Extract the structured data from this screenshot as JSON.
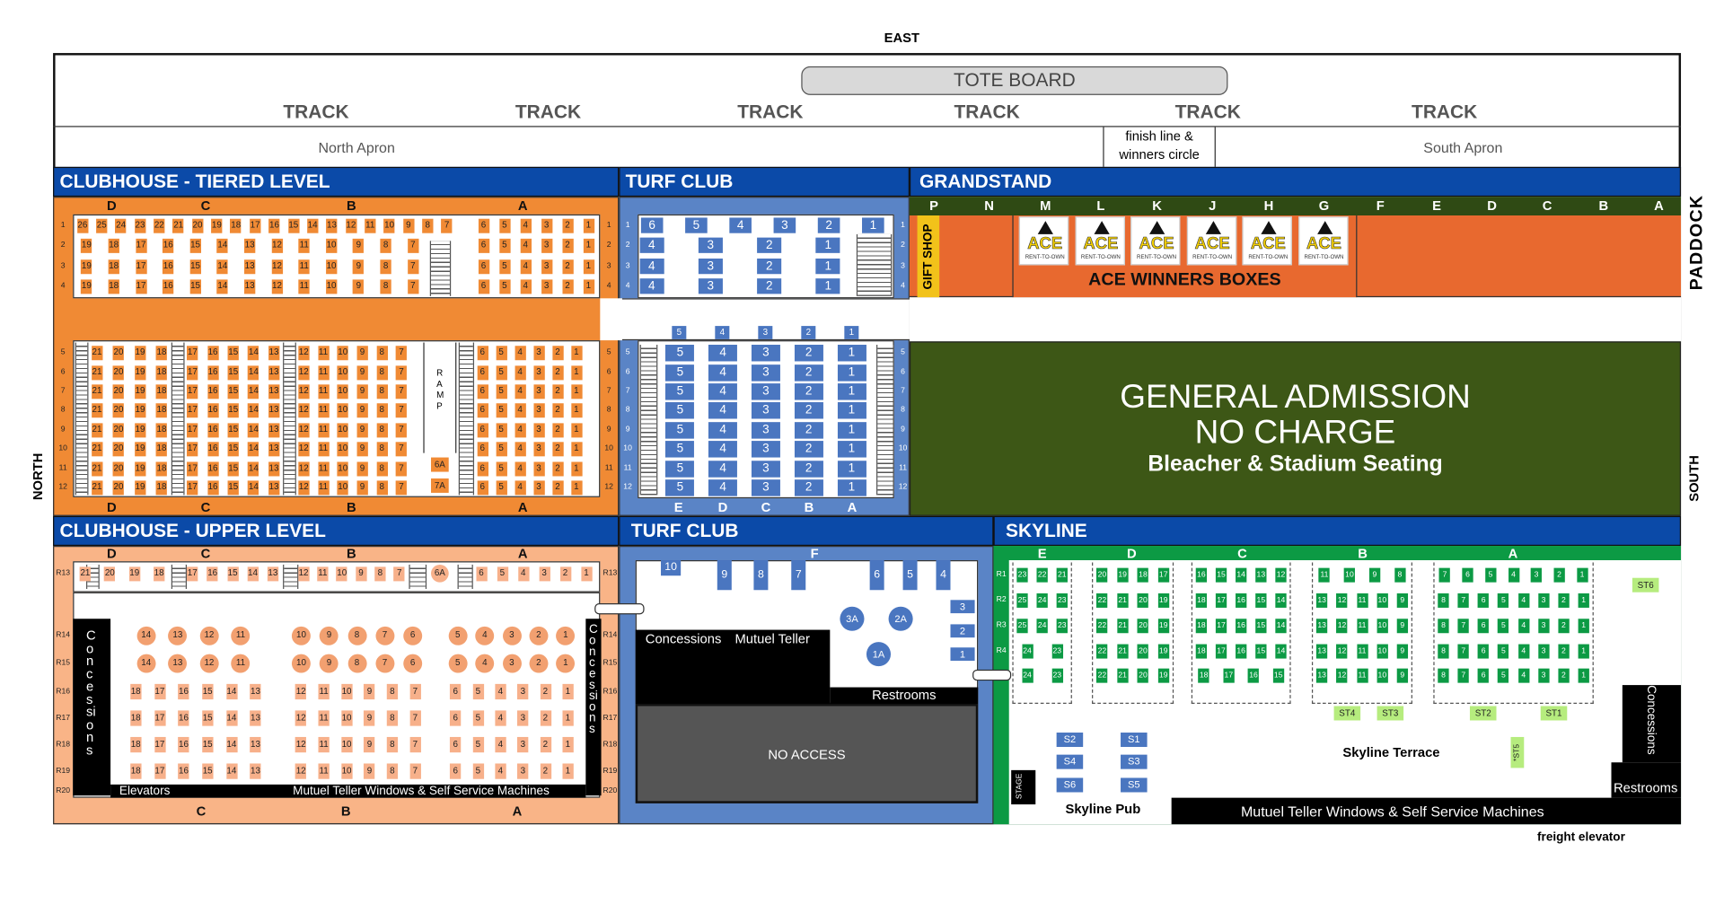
{
  "compass": {
    "east": "EAST",
    "north": "NORTH",
    "south": "SOUTH",
    "paddock": "PADDOCK"
  },
  "track": {
    "tote_board": "TOTE BOARD",
    "labels": [
      "TRACK",
      "TRACK",
      "TRACK",
      "TRACK",
      "TRACK",
      "TRACK"
    ],
    "north_apron": "North Apron",
    "south_apron": "South Apron",
    "finish_line": "finish line &",
    "winners_circle": "winners circle"
  },
  "clubhouse_tiered": {
    "title": "CLUBHOUSE - TIERED LEVEL",
    "letters": [
      "D",
      "C",
      "B",
      "A"
    ],
    "row_labels": [
      "1",
      "2",
      "3",
      "4",
      "5",
      "6",
      "7",
      "8",
      "9",
      "10",
      "11",
      "12"
    ],
    "ramp": [
      "R",
      "A",
      "M",
      "P"
    ],
    "extra": [
      "6A",
      "7A"
    ],
    "rows": [
      [
        [
          "26",
          "25",
          "24",
          "23",
          "22",
          "21",
          "20",
          "19",
          "18",
          "17",
          "16",
          "15",
          "14",
          "13",
          "12",
          "11",
          "10",
          "9",
          "8",
          "7"
        ],
        [
          "6",
          "5",
          "4",
          "3",
          "2",
          "1"
        ]
      ],
      [
        [
          "19",
          "18",
          "17",
          "16",
          "15",
          "14",
          "13",
          "12",
          "11",
          "10",
          "9",
          "8",
          "7"
        ],
        [
          "6",
          "5",
          "4",
          "3",
          "2",
          "1"
        ]
      ],
      [
        [
          "19",
          "18",
          "17",
          "16",
          "15",
          "14",
          "13",
          "12",
          "11",
          "10",
          "9",
          "8",
          "7"
        ],
        [
          "6",
          "5",
          "4",
          "3",
          "2",
          "1"
        ]
      ],
      [
        [
          "19",
          "18",
          "17",
          "16",
          "15",
          "14",
          "13",
          "12",
          "11",
          "10",
          "9",
          "8",
          "7"
        ],
        [
          "6",
          "5",
          "4",
          "3",
          "2",
          "1"
        ]
      ],
      [
        [
          "21",
          "20",
          "19",
          "18"
        ],
        [
          "17",
          "16",
          "15",
          "14",
          "13"
        ],
        [
          "12",
          "11",
          "10",
          "9",
          "8",
          "7"
        ],
        [
          "6",
          "5",
          "4",
          "3",
          "2",
          "1"
        ]
      ],
      [
        [
          "21",
          "20",
          "19",
          "18"
        ],
        [
          "17",
          "16",
          "15",
          "14",
          "13"
        ],
        [
          "12",
          "11",
          "10",
          "9",
          "8",
          "7"
        ],
        [
          "6",
          "5",
          "4",
          "3",
          "2",
          "1"
        ]
      ],
      [
        [
          "21",
          "20",
          "19",
          "18"
        ],
        [
          "17",
          "16",
          "15",
          "14",
          "13"
        ],
        [
          "12",
          "11",
          "10",
          "9",
          "8",
          "7"
        ],
        [
          "6",
          "5",
          "4",
          "3",
          "2",
          "1"
        ]
      ],
      [
        [
          "21",
          "20",
          "19",
          "18"
        ],
        [
          "17",
          "16",
          "15",
          "14",
          "13"
        ],
        [
          "12",
          "11",
          "10",
          "9",
          "8",
          "7"
        ],
        [
          "6",
          "5",
          "4",
          "3",
          "2",
          "1"
        ]
      ],
      [
        [
          "21",
          "20",
          "19",
          "18"
        ],
        [
          "17",
          "16",
          "15",
          "14",
          "13"
        ],
        [
          "12",
          "11",
          "10",
          "9",
          "8",
          "7"
        ],
        [
          "6",
          "5",
          "4",
          "3",
          "2",
          "1"
        ]
      ],
      [
        [
          "21",
          "20",
          "19",
          "18"
        ],
        [
          "17",
          "16",
          "15",
          "14",
          "13"
        ],
        [
          "12",
          "11",
          "10",
          "9",
          "8",
          "7"
        ],
        [
          "6",
          "5",
          "4",
          "3",
          "2",
          "1"
        ]
      ],
      [
        [
          "21",
          "20",
          "19",
          "18"
        ],
        [
          "17",
          "16",
          "15",
          "14",
          "13"
        ],
        [
          "12",
          "11",
          "10",
          "9",
          "8",
          "7"
        ],
        [
          "6",
          "5",
          "4",
          "3",
          "2",
          "1"
        ]
      ],
      [
        [
          "21",
          "20",
          "19",
          "18"
        ],
        [
          "17",
          "16",
          "15",
          "14",
          "13"
        ],
        [
          "12",
          "11",
          "10",
          "9",
          "8",
          "7"
        ],
        [
          "6",
          "5",
          "4",
          "3",
          "2",
          "1"
        ]
      ]
    ]
  },
  "turf_tiered": {
    "title": "TURF CLUB",
    "letters": [
      "E",
      "D",
      "C",
      "B",
      "A"
    ],
    "row_labels": [
      "1",
      "2",
      "3",
      "4",
      "5",
      "6",
      "7",
      "8",
      "9",
      "10",
      "11",
      "12"
    ],
    "header_seats": [
      "5",
      "4",
      "3",
      "2",
      "1"
    ],
    "rows": [
      [
        "6",
        "5",
        "4",
        "3",
        "2",
        "1"
      ],
      [
        "4",
        "3",
        "2",
        "1"
      ],
      [
        "4",
        "3",
        "2",
        "1"
      ],
      [
        "4",
        "3",
        "2",
        "1"
      ],
      [
        "5",
        "4",
        "3",
        "2",
        "1"
      ],
      [
        "5",
        "4",
        "3",
        "2",
        "1"
      ],
      [
        "5",
        "4",
        "3",
        "2",
        "1"
      ],
      [
        "5",
        "4",
        "3",
        "2",
        "1"
      ],
      [
        "5",
        "4",
        "3",
        "2",
        "1"
      ],
      [
        "5",
        "4",
        "3",
        "2",
        "1"
      ],
      [
        "5",
        "4",
        "3",
        "2",
        "1"
      ],
      [
        "5",
        "4",
        "3",
        "2",
        "1"
      ]
    ]
  },
  "grandstand": {
    "title": "GRANDSTAND",
    "letters": [
      "P",
      "N",
      "M",
      "L",
      "K",
      "J",
      "H",
      "G",
      "F",
      "E",
      "D",
      "C",
      "B",
      "A"
    ],
    "gift_shop": "GIFT SHOP",
    "ace_boxes_label": "ACE WINNERS BOXES",
    "ace_logo": "ACE",
    "ace_logo_sub": "RENT-TO-OWN",
    "ace_box_count": 6,
    "ga_line1": "GENERAL ADMISSION",
    "ga_line2": "NO CHARGE",
    "ga_line3": "Bleacher & Stadium Seating"
  },
  "clubhouse_upper": {
    "title": "CLUBHOUSE - UPPER LEVEL",
    "top_letters": [
      "D",
      "C",
      "B",
      "A"
    ],
    "bottom_letters": [
      "C",
      "B",
      "A"
    ],
    "row_labels": [
      "R13",
      "R14",
      "R15",
      "R16",
      "R17",
      "R18",
      "R19",
      "R20"
    ],
    "concessions": "Concessions",
    "elevators": "Elevators",
    "mutuel": "Mutuel Teller Windows & Self Service Machines",
    "r13": [
      [
        "21",
        "20",
        "19",
        "18"
      ],
      [
        "17",
        "16",
        "15",
        "14",
        "13"
      ],
      [
        "12",
        "11",
        "10",
        "9",
        "8",
        "7"
      ],
      [
        "6A"
      ],
      [
        "6",
        "5",
        "4",
        "3",
        "2",
        "1"
      ]
    ],
    "circle_rows": [
      [
        [
          "14",
          "13",
          "12",
          "11"
        ],
        [
          "10",
          "9",
          "8",
          "7",
          "6"
        ],
        [
          "5",
          "4",
          "3",
          "2",
          "1"
        ]
      ],
      [
        [
          "14",
          "13",
          "12",
          "11"
        ],
        [
          "10",
          "9",
          "8",
          "7",
          "6"
        ],
        [
          "5",
          "4",
          "3",
          "2",
          "1"
        ]
      ]
    ],
    "box_rows": [
      [
        [
          "18",
          "17",
          "16",
          "15",
          "14",
          "13"
        ],
        [
          "12",
          "11",
          "10",
          "9",
          "8",
          "7"
        ],
        [
          "6",
          "5",
          "4",
          "3",
          "2",
          "1"
        ]
      ],
      [
        [
          "18",
          "17",
          "16",
          "15",
          "14",
          "13"
        ],
        [
          "12",
          "11",
          "10",
          "9",
          "8",
          "7"
        ],
        [
          "6",
          "5",
          "4",
          "3",
          "2",
          "1"
        ]
      ],
      [
        [
          "18",
          "17",
          "16",
          "15",
          "14",
          "13"
        ],
        [
          "12",
          "11",
          "10",
          "9",
          "8",
          "7"
        ],
        [
          "6",
          "5",
          "4",
          "3",
          "2",
          "1"
        ]
      ],
      [
        [
          "18",
          "17",
          "16",
          "15",
          "14",
          "13"
        ],
        [
          "12",
          "11",
          "10",
          "9",
          "8",
          "7"
        ],
        [
          "6",
          "5",
          "4",
          "3",
          "2",
          "1"
        ]
      ]
    ]
  },
  "turf_lower": {
    "title": "TURF CLUB",
    "letter": "F",
    "tables": [
      "10",
      "9",
      "8",
      "7",
      "6",
      "5",
      "4"
    ],
    "round_tables": [
      "3A",
      "2A",
      "1A"
    ],
    "side_tables": [
      "3",
      "2",
      "1"
    ],
    "concessions": "Concessions",
    "mutuel": "Mutuel Teller",
    "restrooms": "Restrooms",
    "no_access": "NO ACCESS"
  },
  "skyline": {
    "title": "SKYLINE",
    "letters": [
      "E",
      "D",
      "C",
      "B",
      "A"
    ],
    "row_labels": [
      "R1",
      "R2",
      "R3",
      "R4"
    ],
    "rows": [
      [
        [
          "23",
          "22",
          "21"
        ],
        [
          "20",
          "19",
          "18",
          "17"
        ],
        [
          "16",
          "15",
          "14",
          "13",
          "12"
        ],
        [
          "11",
          "10",
          "9",
          "8"
        ],
        [
          "7",
          "6",
          "5",
          "4",
          "3",
          "2",
          "1"
        ]
      ],
      [
        [
          "25",
          "24",
          "23"
        ],
        [
          "22",
          "21",
          "20",
          "19"
        ],
        [
          "18",
          "17",
          "16",
          "15",
          "14"
        ],
        [
          "13",
          "12",
          "11",
          "10",
          "9"
        ],
        [
          "8",
          "7",
          "6",
          "5",
          "4",
          "3",
          "2",
          "1"
        ]
      ],
      [
        [
          "25",
          "24",
          "23"
        ],
        [
          "22",
          "21",
          "20",
          "19"
        ],
        [
          "18",
          "17",
          "16",
          "15",
          "14"
        ],
        [
          "13",
          "12",
          "11",
          "10",
          "9"
        ],
        [
          "8",
          "7",
          "6",
          "5",
          "4",
          "3",
          "2",
          "1"
        ]
      ],
      [
        [
          "24",
          "23"
        ],
        [
          "22",
          "21",
          "20",
          "19"
        ],
        [
          "18",
          "17",
          "16",
          "15",
          "14"
        ],
        [
          "13",
          "12",
          "11",
          "10",
          "9"
        ],
        [
          "8",
          "7",
          "6",
          "5",
          "4",
          "3",
          "2",
          "1"
        ]
      ],
      [
        [
          "24",
          "23"
        ],
        [
          "22",
          "21",
          "20",
          "19"
        ],
        [
          "18",
          "17",
          "16",
          "15"
        ],
        [
          "13",
          "12",
          "11",
          "10",
          "9"
        ],
        [
          "8",
          "7",
          "6",
          "5",
          "4",
          "3",
          "2",
          "1"
        ]
      ]
    ],
    "standing": [
      "ST6",
      "ST4",
      "ST3",
      "ST2",
      "ST1",
      "*ST5"
    ],
    "pub_seats": [
      "S2",
      "S1",
      "S4",
      "S3",
      "S6",
      "S5"
    ],
    "stage": "STAGE",
    "pub": "Skyline Pub",
    "terrace": "Skyline Terrace",
    "concessions": "Concessions",
    "restrooms": "Restrooms",
    "mutuel": "Mutuel Teller Windows & Self Service Machines",
    "freight": "freight elevator"
  },
  "colors": {
    "blue_header": "#0b4aa8",
    "orange": "#f08a34",
    "peach": "#f9b487",
    "turf_blue": "#5a84c6",
    "ga_green": "#3d5716",
    "skyline_green": "#0c9a44",
    "grandstand_orange": "#e8692f"
  }
}
